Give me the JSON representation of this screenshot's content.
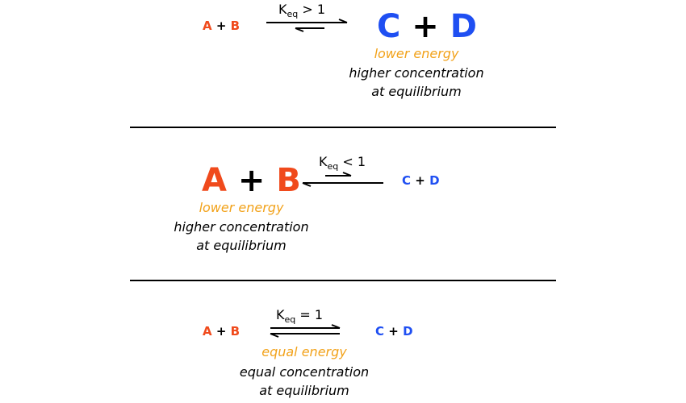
{
  "equilibria": [
    {
      "keq_label": "K",
      "keq_subscript": "eq",
      "keq_relation": "> 1",
      "reactants": {
        "a": "A",
        "plus": "+",
        "b": "B"
      },
      "products": {
        "c": "C",
        "plus": "+",
        "d": "D"
      },
      "energy_note": "lower energy",
      "concentration_note": "higher concentration",
      "equilibrium_note": "at equilibrium",
      "favored_side": "products"
    },
    {
      "keq_label": "K",
      "keq_subscript": "eq",
      "keq_relation": "< 1",
      "reactants": {
        "a": "A",
        "plus": "+",
        "b": "B"
      },
      "products": {
        "c": "C",
        "plus": "+",
        "d": "D"
      },
      "energy_note": "lower energy",
      "concentration_note": "higher concentration",
      "equilibrium_note": "at equilibrium",
      "favored_side": "reactants"
    },
    {
      "keq_label": "K",
      "keq_subscript": "eq",
      "keq_relation": "= 1",
      "reactants": {
        "a": "A",
        "plus": "+",
        "b": "B"
      },
      "products": {
        "c": "C",
        "plus": "+",
        "d": "D"
      },
      "energy_note": "equal energy",
      "concentration_note": "equal concentration",
      "equilibrium_note": "at equilibrium",
      "favored_side": "neither"
    }
  ],
  "colors": {
    "reactant": "#f04a1c",
    "product": "#1f4ff2",
    "energy_note": "#f2a21a",
    "text": "#000000"
  }
}
